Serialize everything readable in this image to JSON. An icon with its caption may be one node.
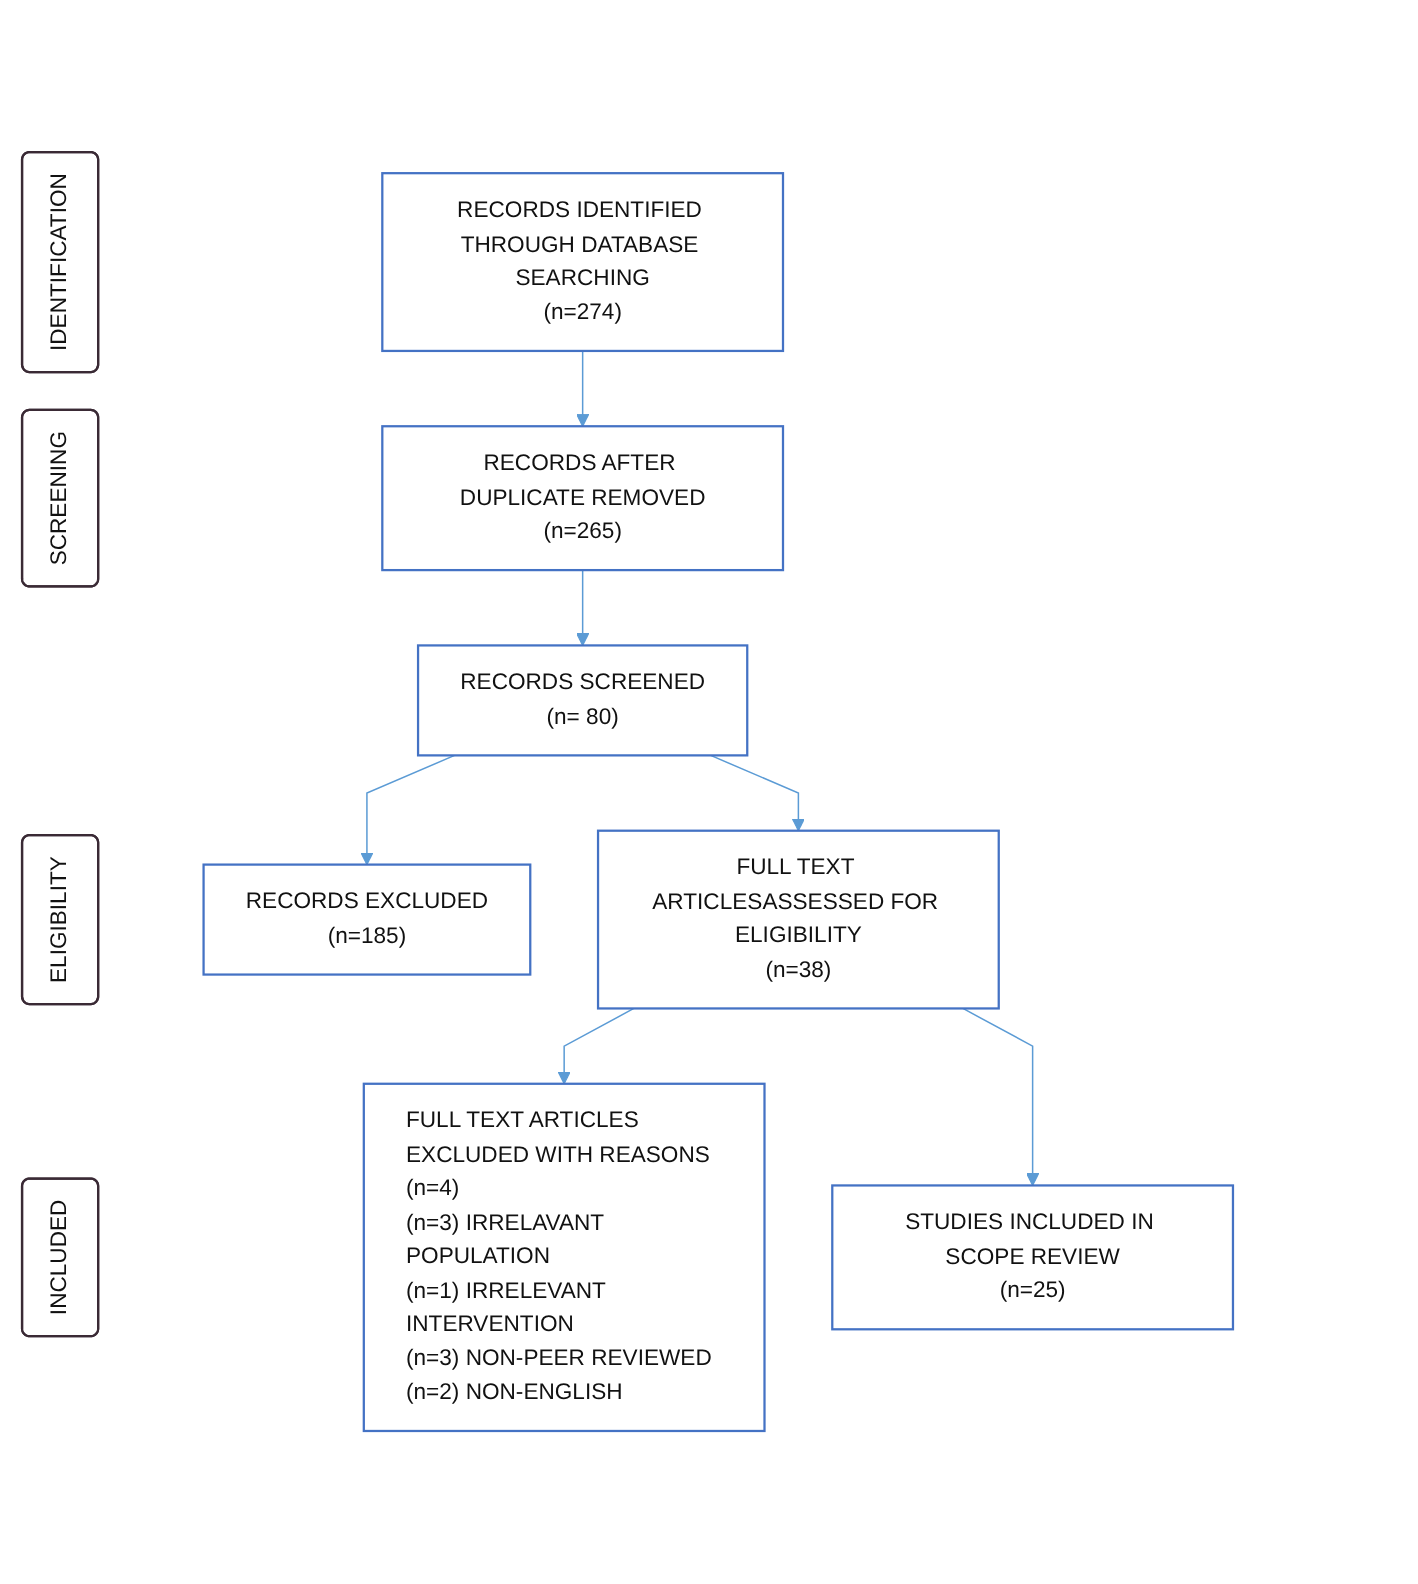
{
  "diagram": {
    "nodes": [
      {
        "text": [
          "IDENTIFICATION"
        ]
      },
      {
        "text": [
          "RECORDS IDENTIFIED THROUGH DATABASE SEARCHING",
          "(n=274)"
        ]
      },
      {
        "text": [
          "SCREENING"
        ]
      },
      {
        "text": [
          "RECORDS AFTER DUPLICATE REMOVED",
          "(n=265)"
        ]
      },
      {
        "text": [
          "RECORDS SCREENED",
          "(n= 80)"
        ]
      },
      {
        "text": [
          "RECORDS EXCLUDED",
          "(n=185)"
        ]
      },
      {
        "text": [
          "ELIGIBILITY"
        ]
      },
      {
        "text": [
          "FULL TEXT ARTICLESASSESSED FOR ELIGIBILITY",
          "(n=38)"
        ]
      },
      {
        "text": [
          "FULL TEXT ARTICLES EXCLUDED WITH REASONS (n=4)",
          "(n=3) IRRELAVANT POPULATION",
          "(n=1) IRRELEVANT INTERVENTION",
          "(n=3) NON-PEER REVIEWED",
          "(n=2) NON-ENGLISH"
        ]
      },
      {
        "text": [
          "INCLUDED"
        ]
      },
      {
        "text": [
          "STUDIES INCLUDED IN SCOPE REVIEW",
          "(n=25)"
        ]
      }
    ],
    "edges": [
      {
        "from": 1,
        "to": 3,
        "arrow": "to"
      },
      {
        "from": 3,
        "to": 4,
        "arrow": "to"
      },
      {
        "from": 4,
        "to": 5,
        "arrow": "to"
      },
      {
        "from": 4,
        "to": 7,
        "arrow": "to"
      },
      {
        "from": 7,
        "to": 8,
        "arrow": "to"
      },
      {
        "from": 7,
        "to": 10,
        "arrow": "to"
      }
    ]
  }
}
